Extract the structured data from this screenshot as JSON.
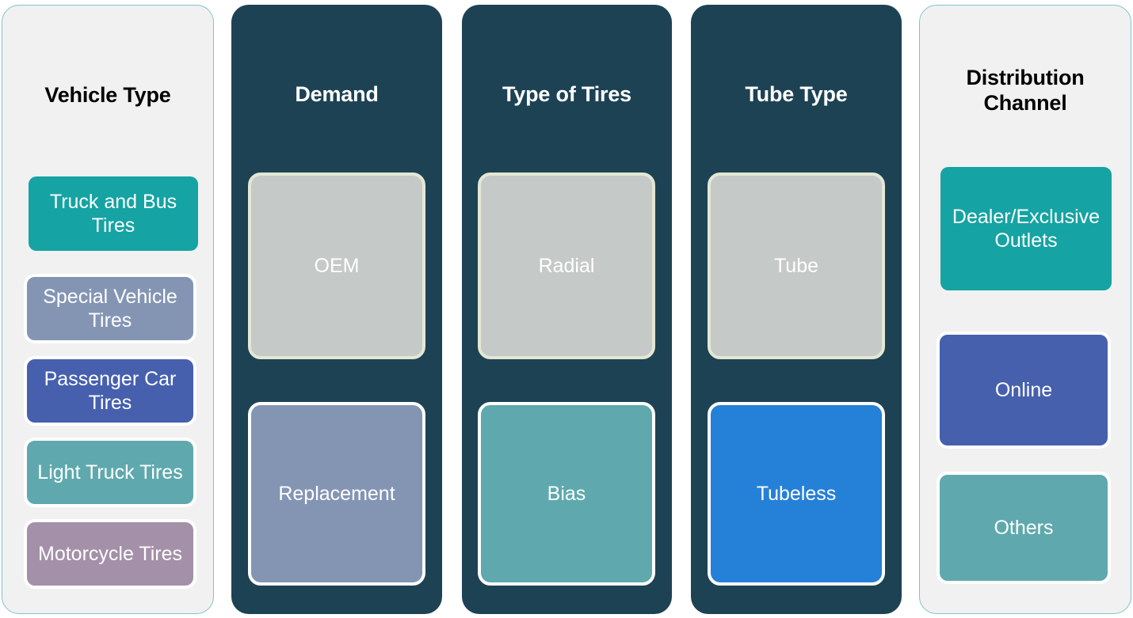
{
  "diagram": {
    "palette": {
      "teal": "#16a3a3",
      "slate": "#8495b4",
      "indigo": "#4660ae",
      "seafoam": "#5fa9ae",
      "mauve": "#a490a8",
      "gray": "#c5cac8",
      "blue": "#2580d8",
      "dark_panel": "#1d4254",
      "light_panel": "#f1f1f1",
      "panel_border": "#7fc3cc",
      "cream_outline": "#e4e7d4",
      "white_outline": "#ffffff"
    },
    "columns": [
      {
        "id": "vehicle-type",
        "title": "Vehicle Type",
        "style": "light",
        "items": [
          {
            "label": "Truck and Bus Tires",
            "color": "#16a3a3",
            "outline": "none"
          },
          {
            "label": "Special Vehicle Tires",
            "color": "#8495b4",
            "outline": "white"
          },
          {
            "label": "Passenger Car Tires",
            "color": "#4660ae",
            "outline": "white"
          },
          {
            "label": "Light Truck Tires",
            "color": "#5fa9ae",
            "outline": "white"
          },
          {
            "label": "Motorcycle Tires",
            "color": "#a490a8",
            "outline": "white"
          }
        ]
      },
      {
        "id": "demand",
        "title": "Demand",
        "style": "dark",
        "items": [
          {
            "label": "OEM",
            "color": "#c5cac8",
            "outline": "cream"
          },
          {
            "label": "Replacement",
            "color": "#8495b4",
            "outline": "white"
          }
        ]
      },
      {
        "id": "type-of-tires",
        "title": "Type of Tires",
        "style": "dark",
        "items": [
          {
            "label": "Radial",
            "color": "#c5cac8",
            "outline": "cream"
          },
          {
            "label": "Bias",
            "color": "#5fa9ae",
            "outline": "white"
          }
        ]
      },
      {
        "id": "tube-type",
        "title": "Tube Type",
        "style": "dark",
        "items": [
          {
            "label": "Tube",
            "color": "#c5cac8",
            "outline": "cream"
          },
          {
            "label": "Tubeless",
            "color": "#2580d8",
            "outline": "white"
          }
        ]
      },
      {
        "id": "distribution-channel",
        "title": "Distribution\nChannel",
        "style": "light",
        "items": [
          {
            "label": "Dealer/Exclusive Outlets",
            "color": "#16a3a3",
            "outline": "none"
          },
          {
            "label": "Online",
            "color": "#4660ae",
            "outline": "white"
          },
          {
            "label": "Others",
            "color": "#5fa9ae",
            "outline": "white"
          }
        ]
      }
    ]
  }
}
